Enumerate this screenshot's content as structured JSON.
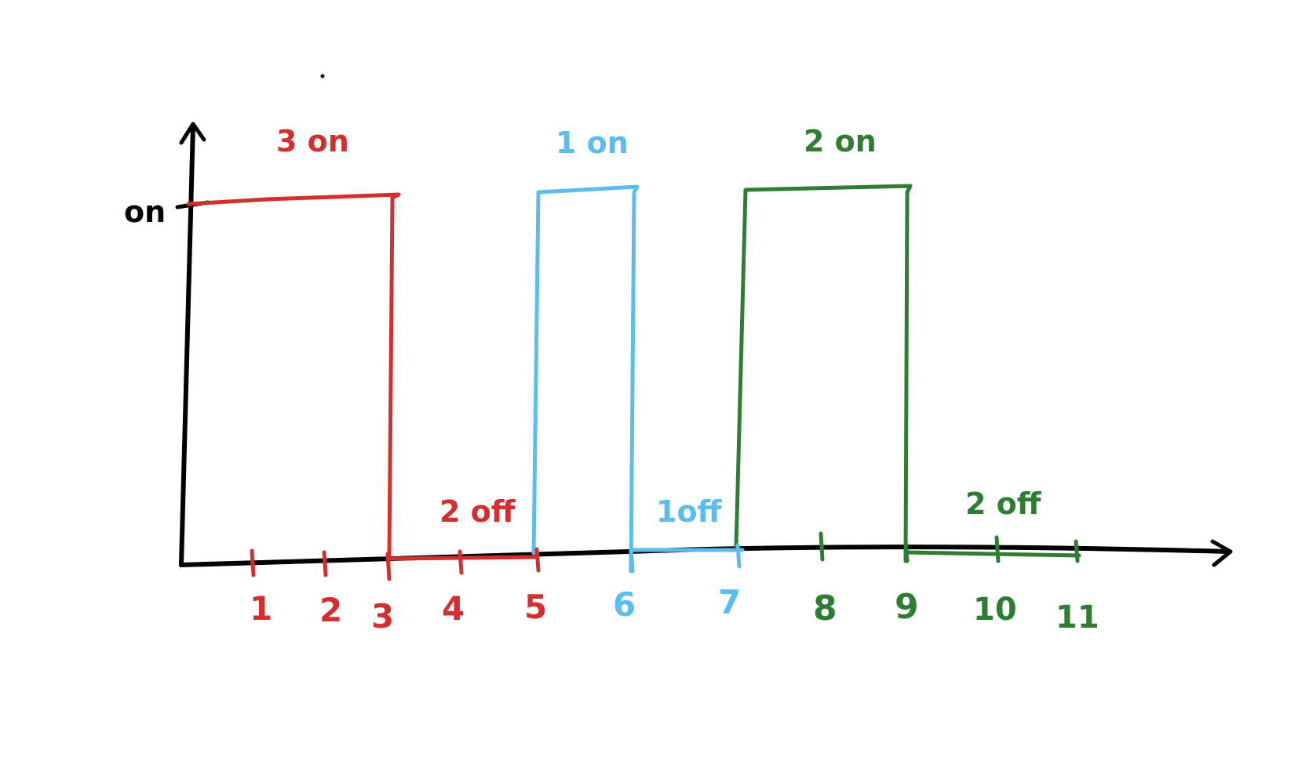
{
  "diagram": {
    "y_axis_label": "on",
    "x_ticks": [
      "1",
      "2",
      "3",
      "4",
      "5",
      "6",
      "7",
      "8",
      "9",
      "10",
      "11"
    ],
    "segments": [
      {
        "on_label": "3 on",
        "off_label": "2 off",
        "color": "#d32f2f",
        "on_start": 0,
        "on_end": 3,
        "off_end": 5
      },
      {
        "on_label": "1 on",
        "off_label": "1off",
        "color": "#5bbcf0",
        "on_start": 5,
        "on_end": 6,
        "off_end": 7
      },
      {
        "on_label": "2 on",
        "off_label": "2 off",
        "color": "#2e7d32",
        "on_start": 7,
        "on_end": 9,
        "off_end": 11
      }
    ],
    "axis_color": "#000000"
  }
}
